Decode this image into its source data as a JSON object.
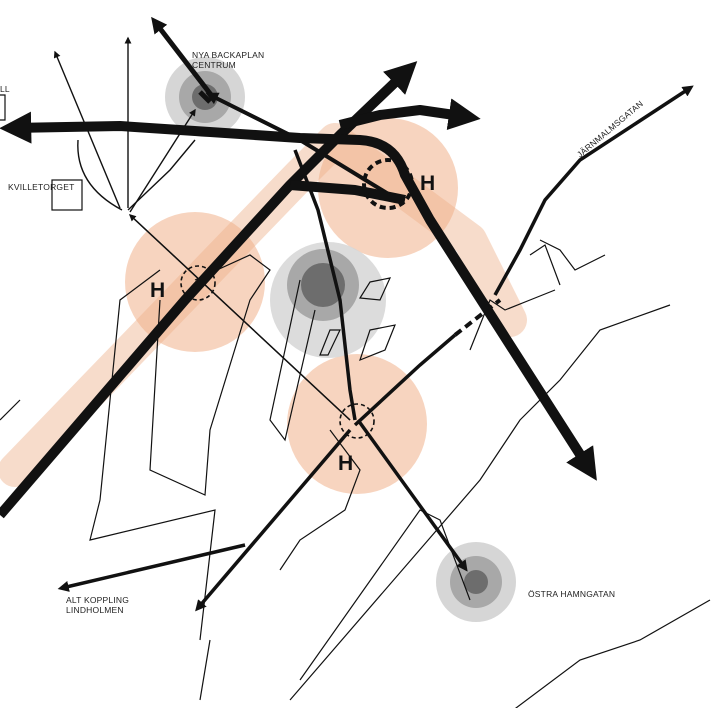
{
  "labels": {
    "nya_backaplan_line1": "NYA BACKAPLAN",
    "nya_backaplan_line2": "CENTRUM",
    "kvilletorget": "KVILLETORGET",
    "jarnmalmsgatan": "JÄRNMALMSGATAN",
    "ostra_hamngatan": "ÖSTRA HAMNGATAN",
    "alt_koppling_line1": "ALT KOPPLING",
    "alt_koppling_line2": "LINDHOLMEN",
    "cropped_label": "LL"
  },
  "hubs": {
    "north": "H",
    "west": "H",
    "south": "H"
  },
  "colors": {
    "corridor": "#f7dccb",
    "zone": "#f0b08a",
    "stroke": "#111111",
    "node_outer": "#d6d6d6",
    "node_mid": "#a8a8a8",
    "node_core": "#6d6d6d"
  }
}
